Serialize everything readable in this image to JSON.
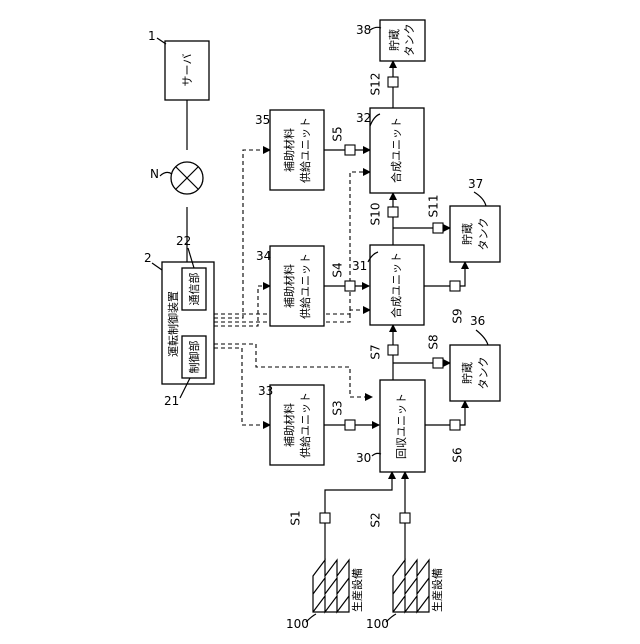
{
  "server": {
    "ref": "1",
    "label": "サーバ"
  },
  "network": {
    "label": "N"
  },
  "controller": {
    "ref": "2",
    "title": "運転制御装置",
    "control_ref": "21",
    "control_label": "制御部",
    "comm_ref": "22",
    "comm_label": "通信部"
  },
  "units": {
    "recovery": {
      "ref": "30",
      "label": "回収ユニット"
    },
    "synth1": {
      "ref": "31",
      "label": "合成ユニット"
    },
    "synth2": {
      "ref": "32",
      "label": "合成ユニット"
    }
  },
  "supply": [
    {
      "ref": "33",
      "line1": "補助材料",
      "line2": "供給ユニット"
    },
    {
      "ref": "34",
      "line1": "補助材料",
      "line2": "供給ユニット"
    },
    {
      "ref": "35",
      "line1": "補助材料",
      "line2": "供給ユニット"
    }
  ],
  "tanks": [
    {
      "ref": "36",
      "line1": "貯蔵",
      "line2": "タンク"
    },
    {
      "ref": "37",
      "line1": "貯蔵",
      "line2": "タンク"
    },
    {
      "ref": "38",
      "line1": "貯蔵",
      "line2": "タンク"
    }
  ],
  "facilities": [
    {
      "ref": "100",
      "label": "生産設備"
    },
    {
      "ref": "100",
      "label": "生産設備"
    }
  ],
  "sensors": [
    "S1",
    "S2",
    "S3",
    "S4",
    "S5",
    "S6",
    "S7",
    "S8",
    "S9",
    "S10",
    "S11",
    "S12"
  ]
}
